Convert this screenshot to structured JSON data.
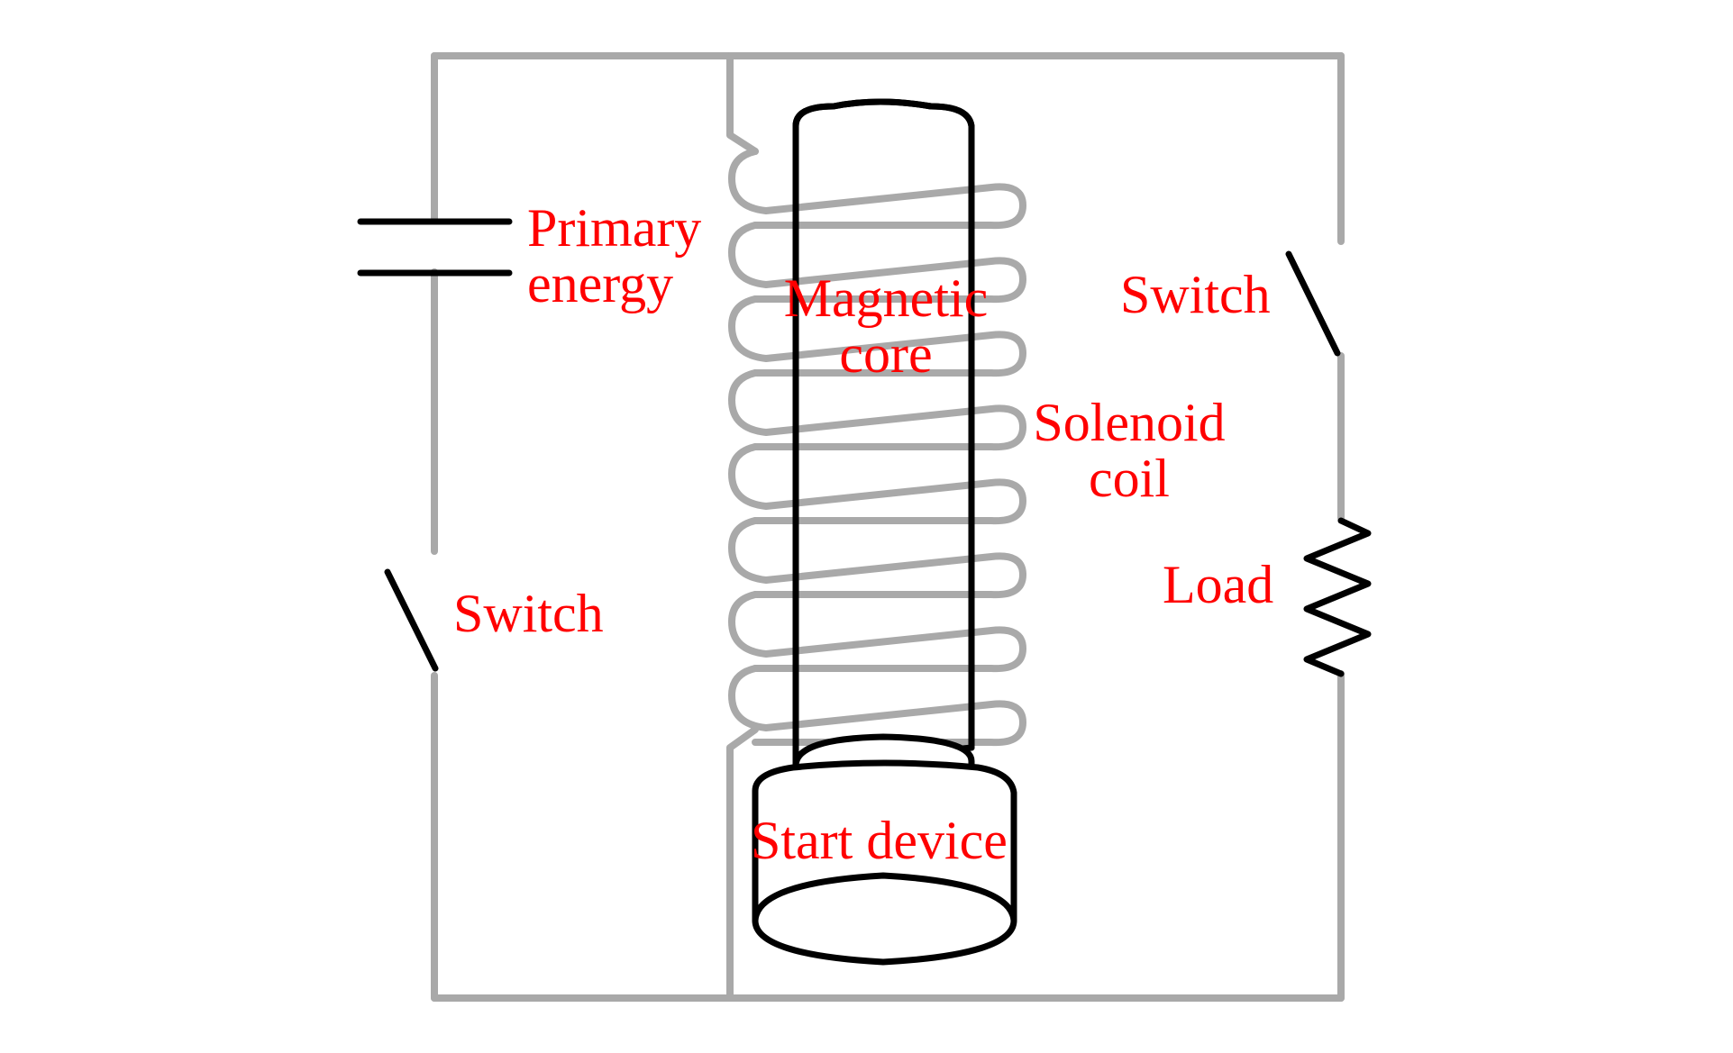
{
  "colors": {
    "wire": "#a9a9a9",
    "ink": "#000000",
    "label": "#ff0000",
    "background": "#ffffff"
  },
  "labels": {
    "primary_energy": "Primary\nenergy",
    "magnetic_core": "Magnetic\ncore",
    "solenoid_coil": "Solenoid\ncoil",
    "switch_left": "Switch",
    "switch_right": "Switch",
    "load": "Load",
    "start_device": "Start device"
  }
}
